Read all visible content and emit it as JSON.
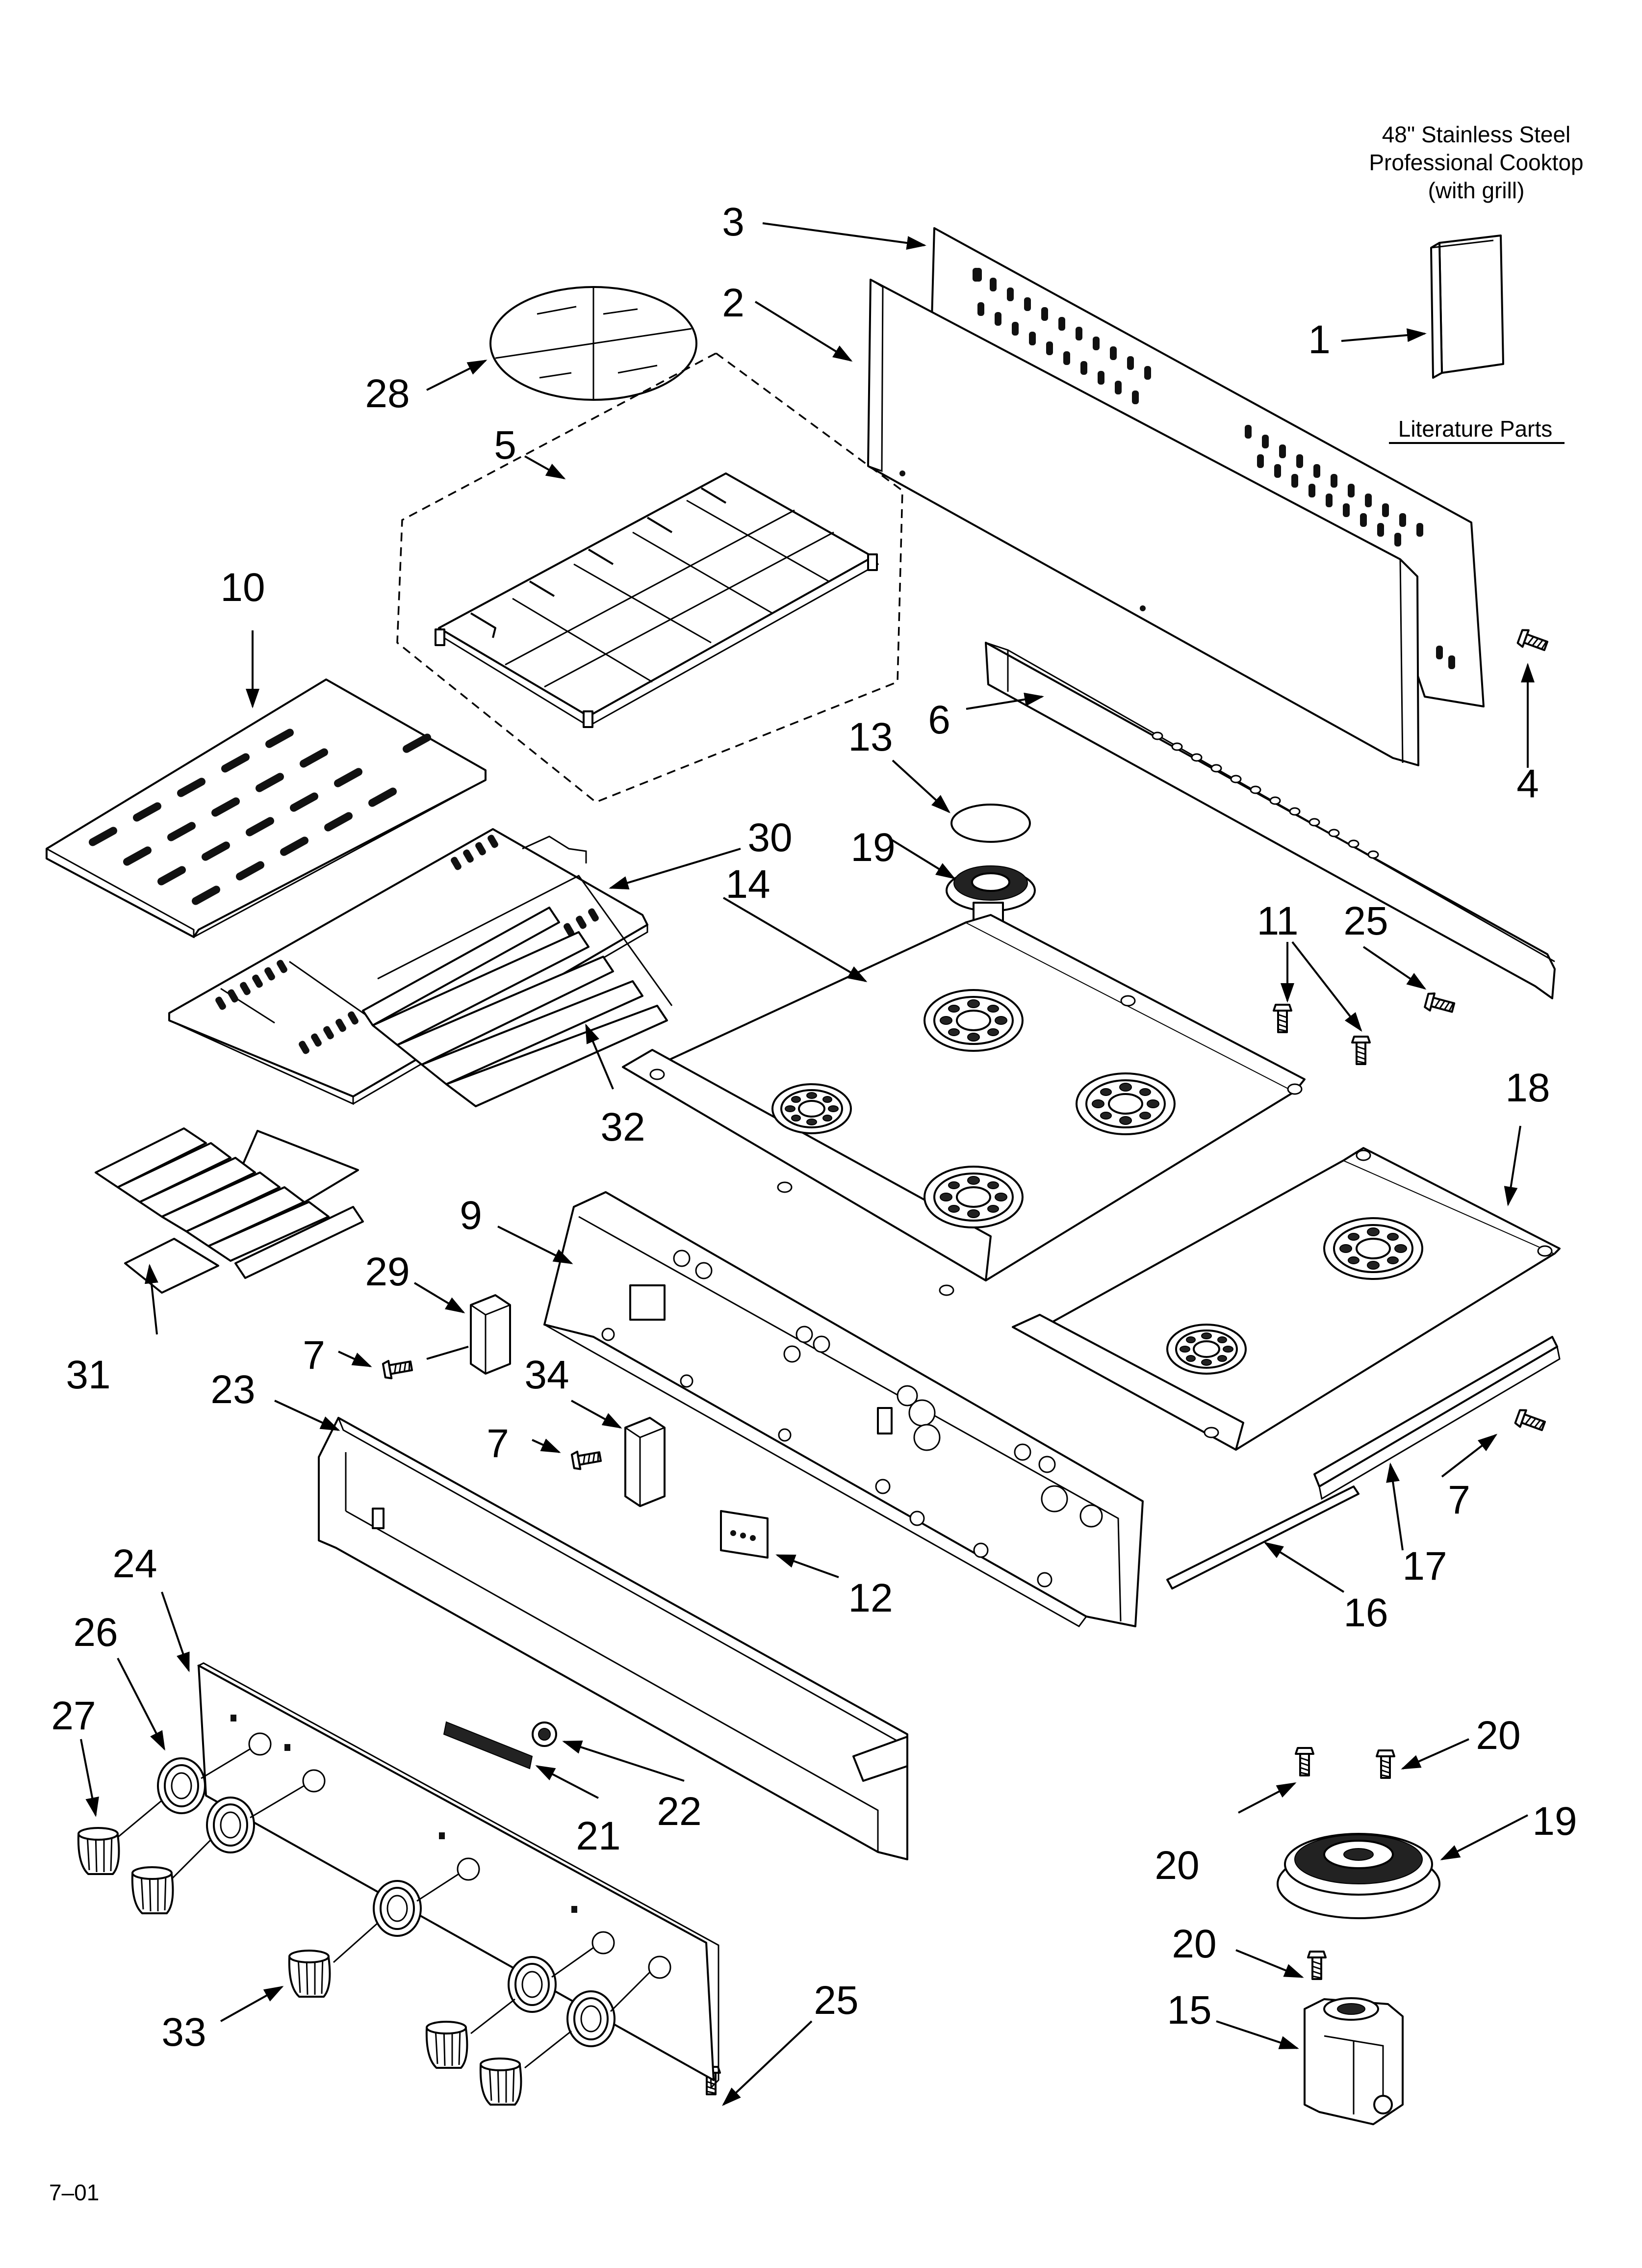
{
  "title": {
    "line1": "48\" Stainless Steel",
    "line2": "Professional Cooktop",
    "line3": "(with grill)"
  },
  "literature": "Literature Parts",
  "footer": "7–01",
  "labels": [
    "1",
    "2",
    "3",
    "4",
    "5",
    "6",
    "7",
    "7",
    "7",
    "9",
    "10",
    "11",
    "12",
    "13",
    "14",
    "15",
    "16",
    "17",
    "18",
    "19",
    "19",
    "20",
    "20",
    "20",
    "21",
    "22",
    "23",
    "24",
    "25",
    "25",
    "26",
    "27",
    "28",
    "29",
    "30",
    "31",
    "32",
    "33",
    "34"
  ]
}
